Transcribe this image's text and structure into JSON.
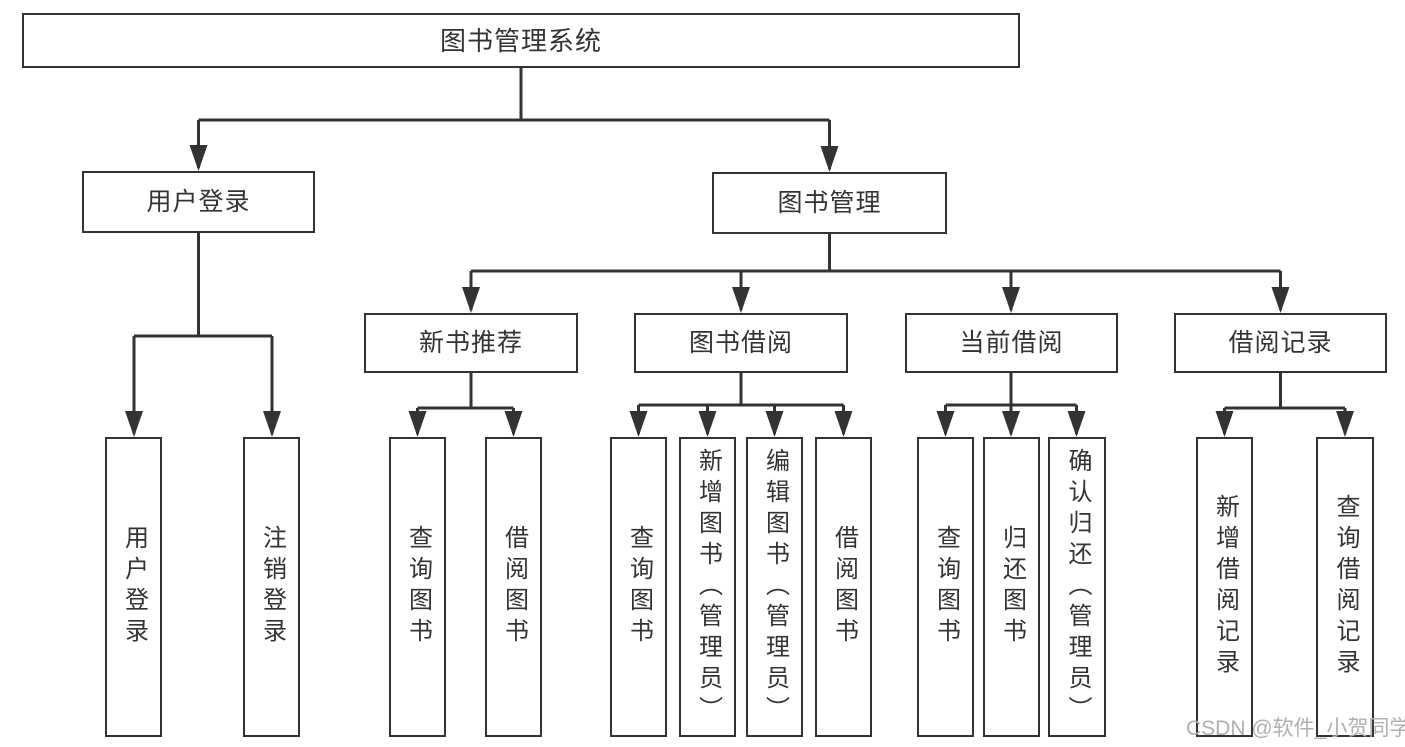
{
  "colors": {
    "line": "#333333",
    "box_border": "#333333",
    "box_fill": "#ffffff",
    "text": "#333333",
    "watermark_text": "#b0b0b0"
  },
  "tree": {
    "root": {
      "label": "图书管理系统"
    },
    "branches": [
      {
        "label": "用户登录",
        "children": [
          {
            "label": "用户登录"
          },
          {
            "label": "注销登录"
          }
        ]
      },
      {
        "label": "图书管理",
        "children": [
          {
            "label": "新书推荐",
            "children": [
              {
                "label": "查询图书"
              },
              {
                "label": "借阅图书"
              }
            ]
          },
          {
            "label": "图书借阅",
            "children": [
              {
                "label": "查询图书"
              },
              {
                "label": "新增图书（管理员）"
              },
              {
                "label": "编辑图书（管理员）"
              },
              {
                "label": "借阅图书"
              }
            ]
          },
          {
            "label": "当前借阅",
            "children": [
              {
                "label": "查询图书"
              },
              {
                "label": "归还图书"
              },
              {
                "label": "确认归还（管理员）"
              }
            ]
          },
          {
            "label": "借阅记录",
            "children": [
              {
                "label": "新增借阅记录"
              },
              {
                "label": "查询借阅记录"
              }
            ]
          }
        ]
      }
    ]
  },
  "watermark": "CSDN @软件_小贺同学"
}
